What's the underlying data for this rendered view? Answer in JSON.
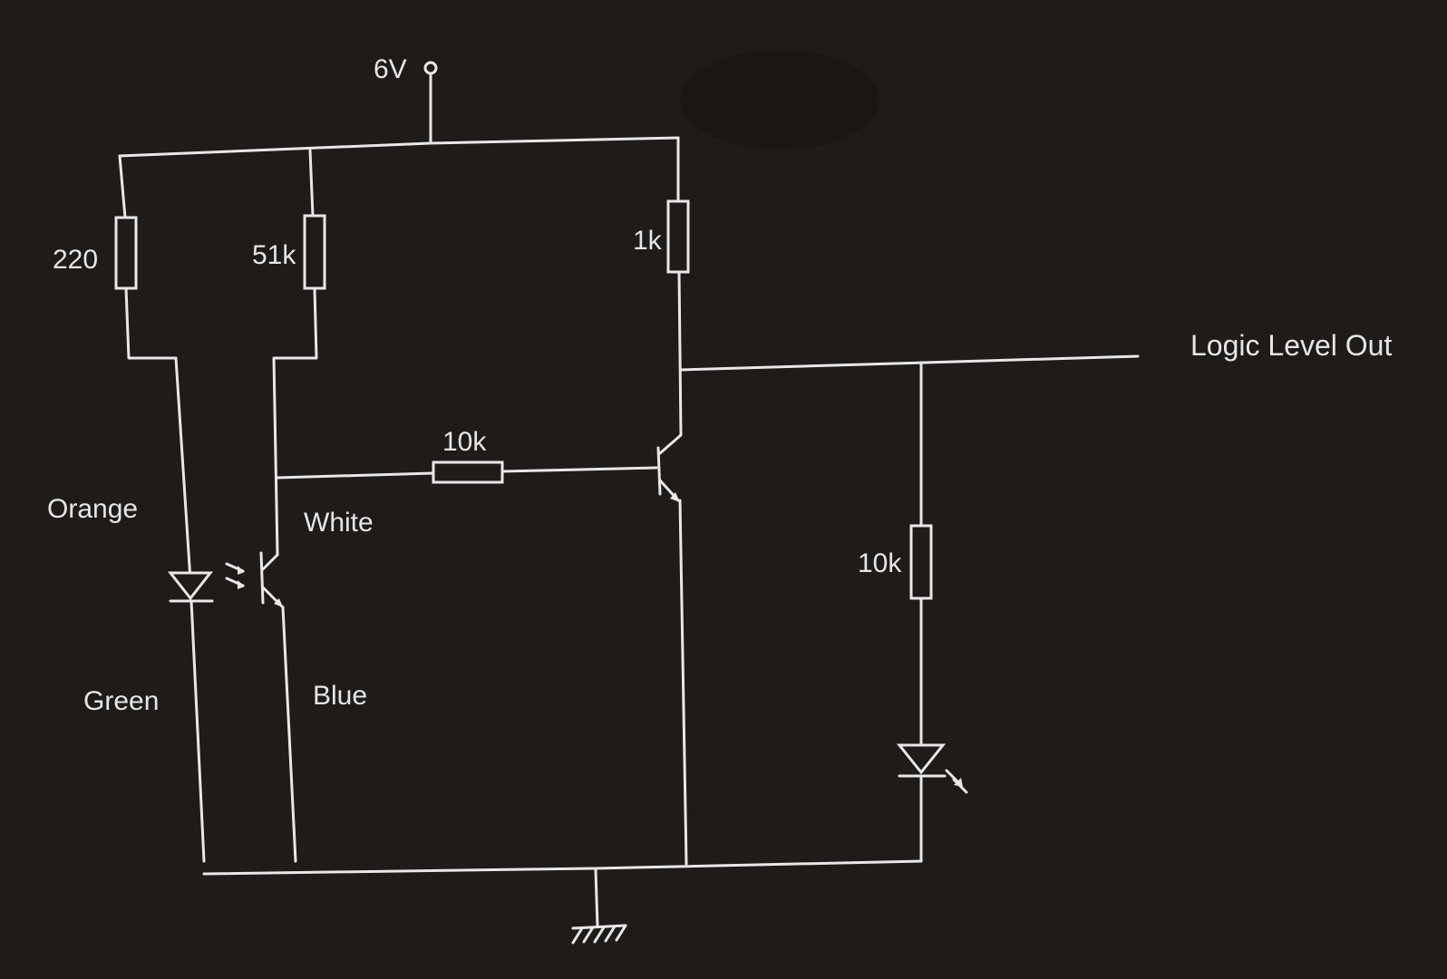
{
  "labels": {
    "supply": "6V",
    "r_220": "220",
    "r_51k": "51k",
    "r_1k": "1k",
    "r_10k_base": "10k",
    "r_10k_led": "10k",
    "logic_out": "Logic Level Out",
    "wire_orange": "Orange",
    "wire_white": "White",
    "wire_green": "Green",
    "wire_blue": "Blue"
  },
  "colors": {
    "background": "#1f1b18",
    "ink": "#e8e8e8"
  }
}
